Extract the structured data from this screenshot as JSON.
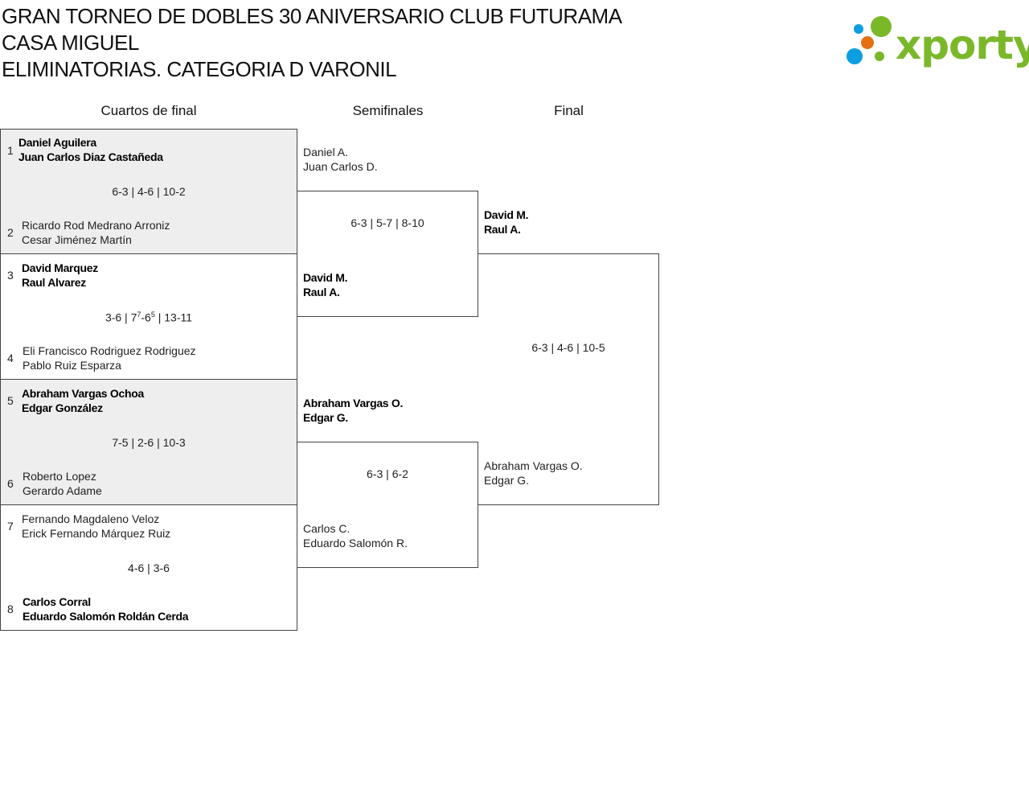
{
  "title": [
    "GRAN TORNEO DE DOBLES 30 ANIVERSARIO CLUB FUTURAMA",
    "CASA MIGUEL",
    "ELIMINATORIAS. CATEGORIA D VARONIL"
  ],
  "logo": {
    "text": "xporty",
    "colors": {
      "green": "#7ab82a",
      "blue": "#0c9ee0",
      "orange": "#e5700e"
    }
  },
  "rounds": [
    "Cuartos de final",
    "Semifinales",
    "Final"
  ],
  "quarterfinals": [
    {
      "seed_a": "1",
      "a": [
        "Daniel Aguilera",
        "Juan Carlos Diaz Castañeda"
      ],
      "seed_b": "2",
      "b": [
        "Ricardo Rod Medrano Arroniz",
        "Cesar Jiménez Martín"
      ],
      "score": "6-3 | 4-6 | 10-2"
    },
    {
      "seed_a": "3",
      "a": [
        "David Marquez",
        "Raul Alvarez"
      ],
      "seed_b": "4",
      "b": [
        "Eli Francisco Rodriguez Rodriguez",
        "Pablo Ruiz Esparza"
      ],
      "score_pre": "3-6 | 7",
      "score_sup1": "7",
      "score_mid": "-6",
      "score_sup2": "5",
      "score_post": " | 13-11"
    },
    {
      "seed_a": "5",
      "a": [
        "Abraham Vargas Ochoa",
        "Edgar González"
      ],
      "seed_b": "6",
      "b": [
        "Roberto Lopez",
        "Gerardo Adame"
      ],
      "score": "7-5 | 2-6 | 10-3"
    },
    {
      "seed_a": "7",
      "a": [
        "Fernando Magdaleno Veloz",
        "Erick Fernando Márquez Ruiz"
      ],
      "seed_b": "8",
      "b": [
        "Carlos Corral",
        "Eduardo Salomón Roldán Cerda"
      ],
      "score": "4-6 | 3-6"
    }
  ],
  "semifinals": [
    {
      "a": [
        "Daniel A.",
        "Juan Carlos D."
      ],
      "b": [
        "David M.",
        "Raul A."
      ],
      "score": "6-3 | 5-7 | 8-10"
    },
    {
      "a": [
        "Abraham Vargas O.",
        "Edgar G."
      ],
      "b": [
        "Carlos C.",
        "Eduardo Salomón R."
      ],
      "score": "6-3 | 6-2"
    }
  ],
  "final": {
    "a": [
      "David M.",
      "Raul A."
    ],
    "b": [
      "Abraham Vargas O.",
      "Edgar G."
    ],
    "score": "6-3 | 4-6 | 10-5"
  }
}
